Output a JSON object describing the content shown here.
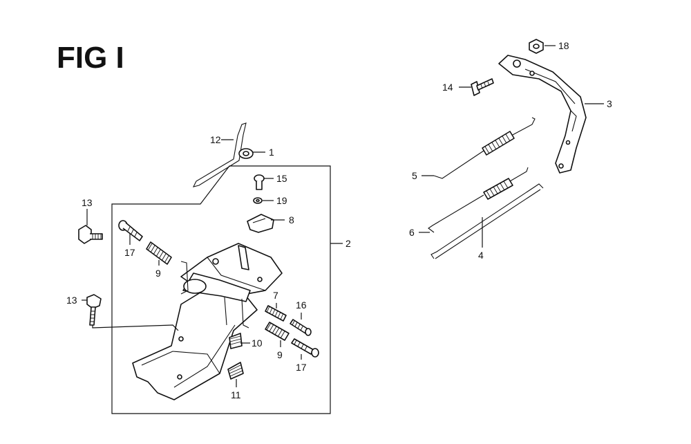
{
  "title": "FIG I",
  "callouts": [
    {
      "id": "c1",
      "label": "1"
    },
    {
      "id": "c2",
      "label": "2"
    },
    {
      "id": "c3",
      "label": "3"
    },
    {
      "id": "c4",
      "label": "4"
    },
    {
      "id": "c5",
      "label": "5"
    },
    {
      "id": "c6",
      "label": "6"
    },
    {
      "id": "c7",
      "label": "7"
    },
    {
      "id": "c8",
      "label": "8"
    },
    {
      "id": "c9a",
      "label": "9"
    },
    {
      "id": "c9b",
      "label": "9"
    },
    {
      "id": "c10",
      "label": "10"
    },
    {
      "id": "c11",
      "label": "11"
    },
    {
      "id": "c12",
      "label": "12"
    },
    {
      "id": "c13a",
      "label": "13"
    },
    {
      "id": "c13b",
      "label": "13"
    },
    {
      "id": "c14",
      "label": "14"
    },
    {
      "id": "c15",
      "label": "15"
    },
    {
      "id": "c16",
      "label": "16"
    },
    {
      "id": "c17a",
      "label": "17"
    },
    {
      "id": "c17b",
      "label": "17"
    },
    {
      "id": "c18",
      "label": "18"
    },
    {
      "id": "c19",
      "label": "19"
    }
  ]
}
